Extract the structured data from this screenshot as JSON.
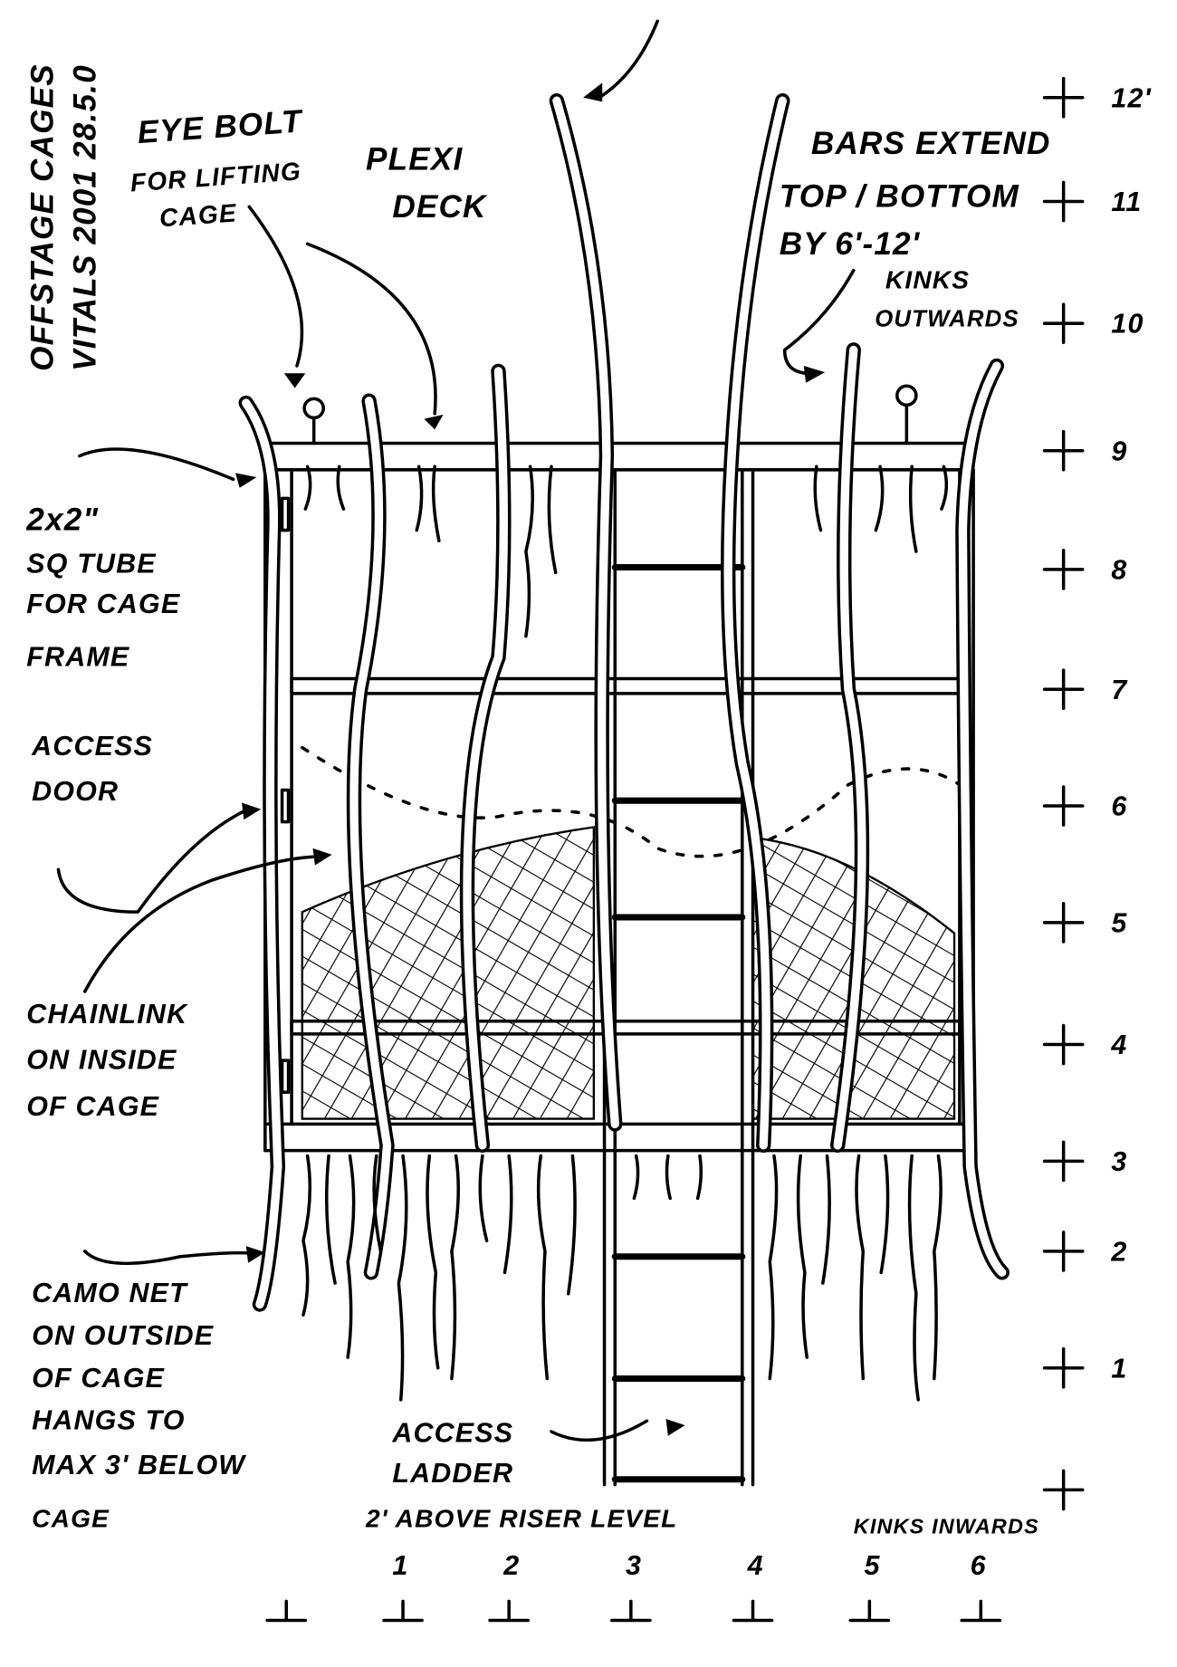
{
  "title": {
    "line1": "OFFSTAGE CAGES",
    "line2": "VITALS 2001 28.5.0"
  },
  "labels": {
    "eye_bolt": [
      "EYE BOLT",
      "FOR LIFTING",
      "CAGE"
    ],
    "plexi_deck": [
      "PLEXI",
      "DECK"
    ],
    "bars_extend": [
      "BARS EXTEND",
      "TOP / BOTTOM",
      "BY 6'-12'",
      "KINKS",
      "OUTWARDS"
    ],
    "sq_tube": [
      "2x2\"",
      "SQ TUBE",
      "FOR CAGE",
      "FRAME"
    ],
    "access_door": [
      "ACCESS",
      "DOOR"
    ],
    "chainlink": [
      "CHAINLINK",
      "ON INSIDE",
      "OF CAGE"
    ],
    "camo_net": [
      "CAMO NET",
      "ON OUTSIDE",
      "OF CAGE",
      "HANGS TO",
      "MAX 3' BELOW",
      "CAGE"
    ],
    "access_ladder": [
      "ACCESS",
      "LADDER"
    ],
    "riser_note": "2' ABOVE RISER LEVEL",
    "kinks_inwards": "KINKS INWARDS"
  },
  "height_scale": [
    "12'",
    "11",
    "10",
    "9",
    "8",
    "7",
    "6",
    "5",
    "4",
    "3",
    "2",
    "1"
  ],
  "bar_numbers": [
    "1",
    "2",
    "3",
    "4",
    "5",
    "6"
  ]
}
